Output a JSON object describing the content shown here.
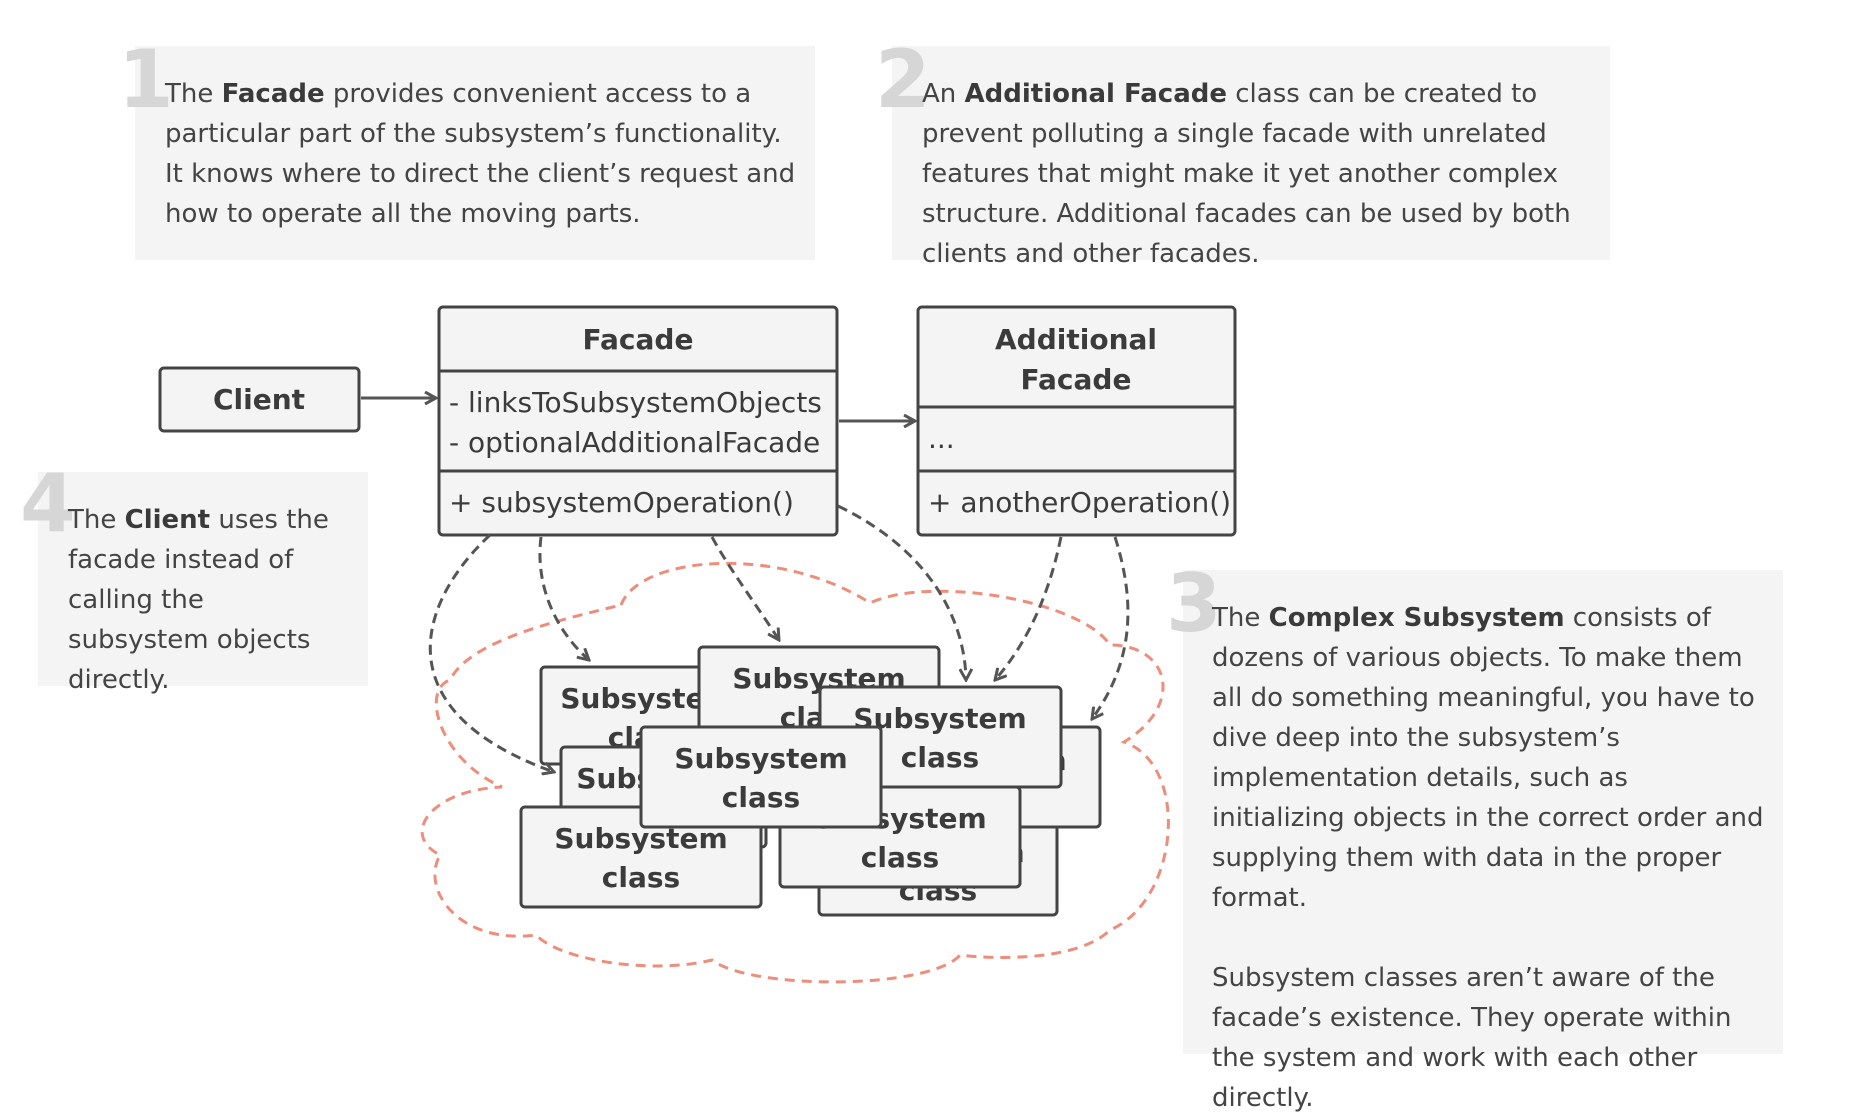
{
  "notes": {
    "n1": {
      "number": "1",
      "before": "The ",
      "bold": "Facade",
      "after": " provides convenient access to a particular part of the subsystem’s functionality. It knows where to direct the client’s request and how to operate all the moving parts."
    },
    "n2": {
      "number": "2",
      "before": "An ",
      "bold": "Additional Facade",
      "after": " class can be created to prevent polluting a single facade with unrelated features that might make it yet another complex structure. Additional facades can be used by both clients and other facades."
    },
    "n3": {
      "number": "3",
      "before": "The ",
      "bold": "Complex Subsystem",
      "after": " consists of dozens of various objects. To make them all do something meaningful, you have to dive deep into the subsystem’s implementation details, such as initializing objects in the correct order and supplying them with data in the proper format.",
      "paragraph2": "Subsystem classes aren’t aware of the facade’s existence. They operate within the system and work with each other directly."
    },
    "n4": {
      "number": "4",
      "before": "The ",
      "bold": "Client",
      "after": " uses the facade instead of calling the subsystem objects directly."
    }
  },
  "client": {
    "title": "Client"
  },
  "facade": {
    "title": "Facade",
    "field1": "- linksToSubsystemObjects",
    "field2": "- optionalAdditionalFacade",
    "method": "+ subsystemOperation()"
  },
  "additional_facade": {
    "title_line1": "Additional",
    "title_line2": "Facade",
    "fields": "...",
    "method": "+ anotherOperation()"
  },
  "subsystem": {
    "label_line1": "Subsystem",
    "label_line2": "class",
    "cloud_color": "#ec8e7b"
  },
  "colors": {
    "box_stroke": "#444444",
    "box_fill": "#f4f4f4",
    "arrow": "#555555",
    "note_bg": "#f4f4f4",
    "note_number": "#d6d6d6"
  }
}
